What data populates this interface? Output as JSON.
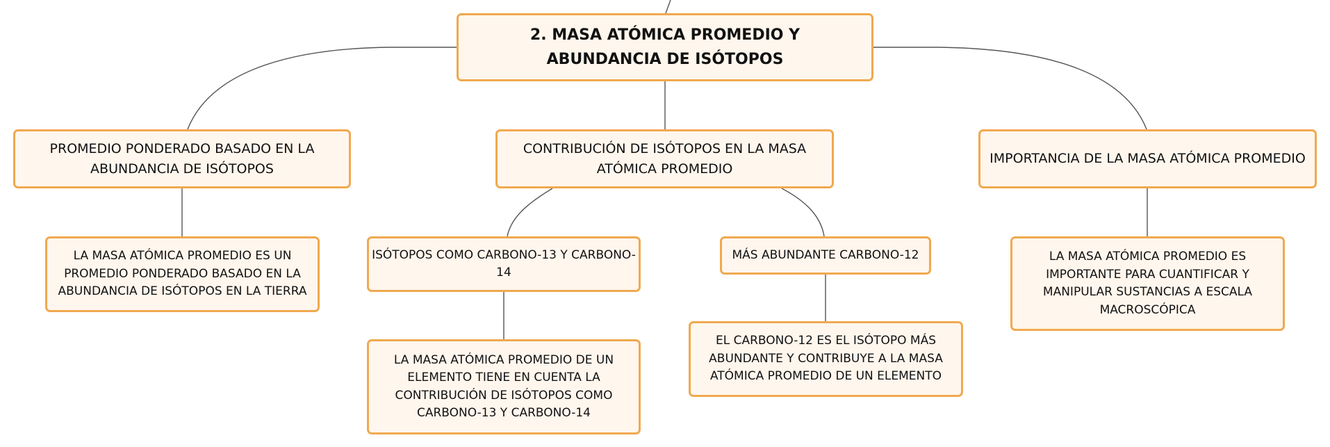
{
  "diagram": {
    "root": {
      "label": "2. MASA ATÓMICA PROMEDIO Y ABUNDANCIA DE ISÓTOPOS"
    },
    "nodes": {
      "weighted_average": {
        "label": "PROMEDIO PONDERADO BASADO EN LA ABUNDANCIA DE ISÓTOPOS"
      },
      "isotope_contribution": {
        "label": "CONTRIBUCIÓN DE ISÓTOPOS EN LA MASA ATÓMICA PROMEDIO"
      },
      "importance": {
        "label": "IMPORTANCIA DE LA MASA ATÓMICA PROMEDIO"
      },
      "weighted_average_detail": {
        "label": "LA MASA ATÓMICA PROMEDIO ES UN PROMEDIO PONDERADO BASADO EN LA ABUNDANCIA DE ISÓTOPOS EN LA TIERRA"
      },
      "carbon_isotopes": {
        "label": "ISÓTOPOS COMO CARBONO-13 Y CARBONO-14"
      },
      "most_abundant": {
        "label": "MÁS ABUNDANTE CARBONO-12"
      },
      "importance_detail": {
        "label": "LA MASA ATÓMICA PROMEDIO ES IMPORTANTE PARA CUANTIFICAR Y MANIPULAR SUSTANCIAS A ESCALA MACROSCÓPICA"
      },
      "carbon_isotopes_detail": {
        "label": "LA MASA ATÓMICA PROMEDIO DE UN ELEMENTO TIENE EN CUENTA LA CONTRIBUCIÓN DE ISÓTOPOS COMO CARBONO-13 Y CARBONO-14"
      },
      "most_abundant_detail": {
        "label": "EL CARBONO-12 ES EL ISÓTOPO MÁS ABUNDANTE Y CONTRIBUYE A LA MASA ATÓMICA PROMEDIO DE UN ELEMENTO"
      }
    },
    "colors": {
      "node_border": "#f0a94f",
      "node_fill": "#fff6ed",
      "connector": "#555555"
    }
  }
}
